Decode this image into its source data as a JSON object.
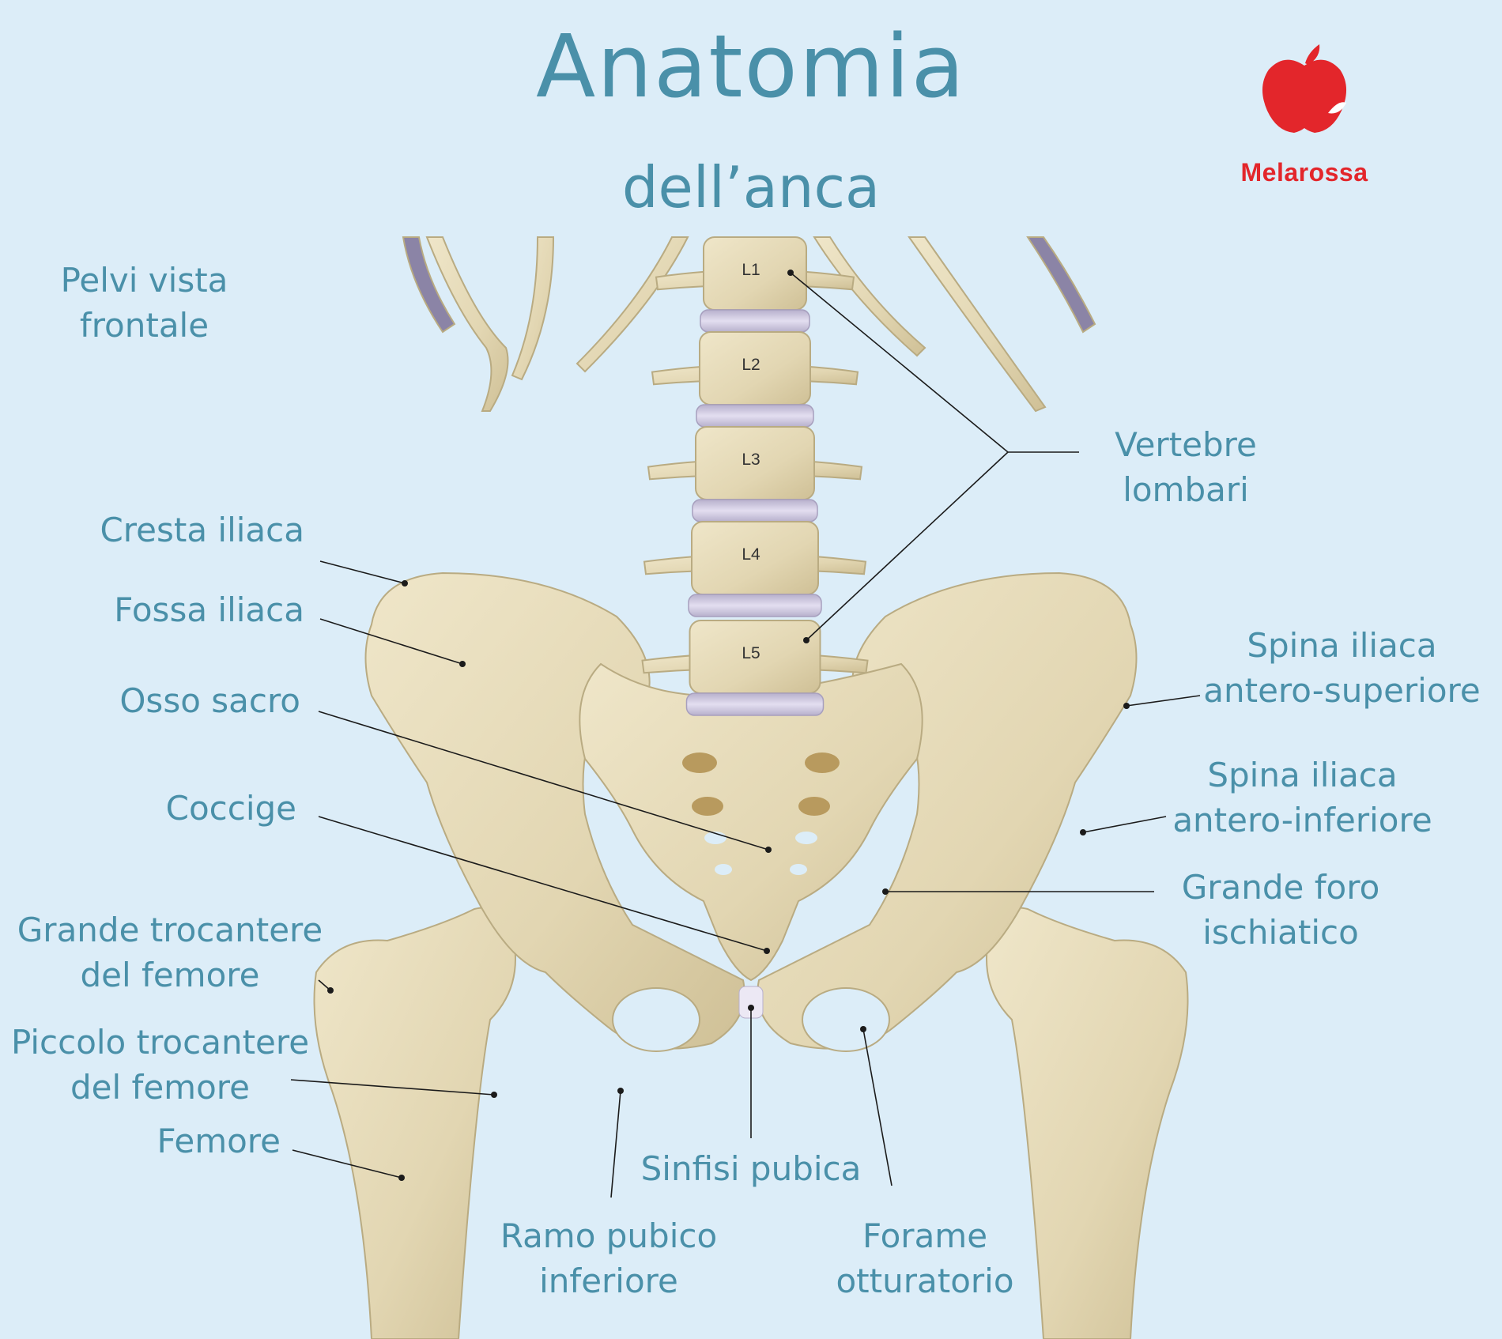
{
  "title": "Anatomia",
  "subtitle": "dell’anca",
  "view_label": [
    "Pelvi vista",
    "frontale"
  ],
  "brand": {
    "name": "Melarossa",
    "color": "#e3262b"
  },
  "colors": {
    "background": "#dcedf8",
    "text": "#4a90a9",
    "bone": "#e4d9b7",
    "disc": "#c9c3dc"
  },
  "vertebrae": [
    "L1",
    "L2",
    "L3",
    "L4",
    "L5"
  ],
  "labels": {
    "vertebre_lombari": [
      "Vertebre",
      "lombari"
    ],
    "cresta_iliaca": [
      "Cresta iliaca"
    ],
    "fossa_iliaca": [
      "Fossa iliaca"
    ],
    "osso_sacro": [
      "Osso sacro"
    ],
    "coccige": [
      "Coccige"
    ],
    "grande_trocantere": [
      "Grande trocantere",
      "del femore"
    ],
    "piccolo_trocantere": [
      "Piccolo trocantere",
      "del femore"
    ],
    "femore": [
      "Femore"
    ],
    "spina_sup": [
      "Spina iliaca",
      "antero-superiore"
    ],
    "spina_inf": [
      "Spina iliaca",
      "antero-inferiore"
    ],
    "grande_foro": [
      "Grande foro",
      "ischiatico"
    ],
    "sinfisi": [
      "Sinfisi pubica"
    ],
    "ramo_pubico": [
      "Ramo pubico",
      "inferiore"
    ],
    "forame": [
      "Forame",
      "otturatorio"
    ]
  }
}
